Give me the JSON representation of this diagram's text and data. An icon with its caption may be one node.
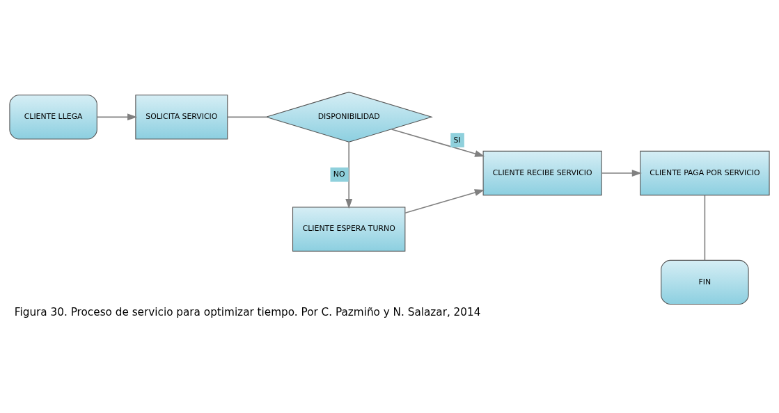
{
  "diagram": {
    "caption": "Figura 30. Proceso de servicio para optimizar tiempo. Por C. Pazmiño y N. Salazar, 2014",
    "nodes": [
      {
        "text": [
          "CLIENTE LLEGA"
        ]
      },
      {
        "text": [
          "SOLICITA SERVICIO"
        ]
      },
      {
        "text": [
          "DISPONIBILIDAD"
        ]
      },
      {
        "text": [
          "CLIENTE RECIBE SERVICIO"
        ]
      },
      {
        "text": [
          "CLIENTE ESPERA TURNO"
        ]
      },
      {
        "text": [
          "CLIENTE PAGA POR SERVICIO"
        ]
      },
      {
        "text": [
          "FIN"
        ]
      }
    ],
    "edges": [
      {
        "from": 0,
        "to": 1,
        "arrow": "to"
      },
      {
        "from": 1,
        "to": 2,
        "arrow": "none"
      },
      {
        "from": 2,
        "to": 3,
        "arrow": "to",
        "label": "SI"
      },
      {
        "from": 2,
        "to": 4,
        "arrow": "to",
        "label": "NO"
      },
      {
        "from": 4,
        "to": 3,
        "arrow": "to"
      },
      {
        "from": 3,
        "to": 5,
        "arrow": "to"
      },
      {
        "from": 5,
        "to": 6,
        "arrow": "none"
      }
    ]
  }
}
